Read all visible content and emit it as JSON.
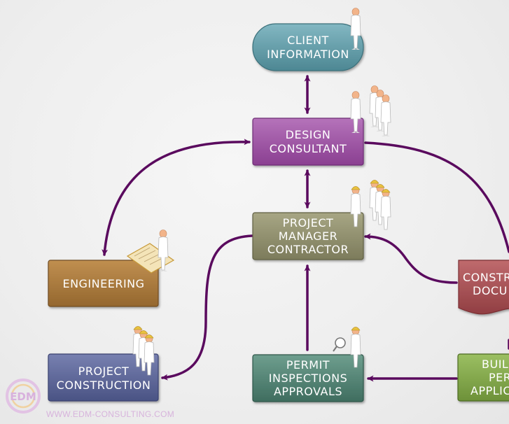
{
  "nodes": {
    "client": {
      "lines": [
        "CLIENT",
        "INFORMATION"
      ]
    },
    "design": {
      "lines": [
        "DESIGN",
        "CONSULTANT"
      ]
    },
    "pm": {
      "lines": [
        "PROJECT",
        "MANAGER",
        "CONTRACTOR"
      ]
    },
    "engineering": {
      "lines": [
        "ENGINEERING"
      ]
    },
    "construction": {
      "lines": [
        "PROJECT",
        "CONSTRUCTION"
      ]
    },
    "permit": {
      "lines": [
        "PERMIT",
        "INSPECTIONS",
        "APPROVALS"
      ]
    },
    "docs": {
      "lines": [
        "CONSTR",
        "DOCU"
      ]
    },
    "building": {
      "lines": [
        "BUIL",
        "PER",
        "APPLIC"
      ]
    }
  },
  "logo": {
    "letters": "EDM"
  },
  "footer": {
    "url": "WWW.EDM-CONSULTING.COM"
  },
  "colors": {
    "arrow": "#5a0a5e",
    "client": "#5e97a3",
    "design": "#9a4fa0",
    "pm": "#8b8a69",
    "engineering": "#a7773a",
    "construction": "#5a6394",
    "permit": "#4f7f70",
    "docs": "#a44e51",
    "building": "#7da148"
  }
}
